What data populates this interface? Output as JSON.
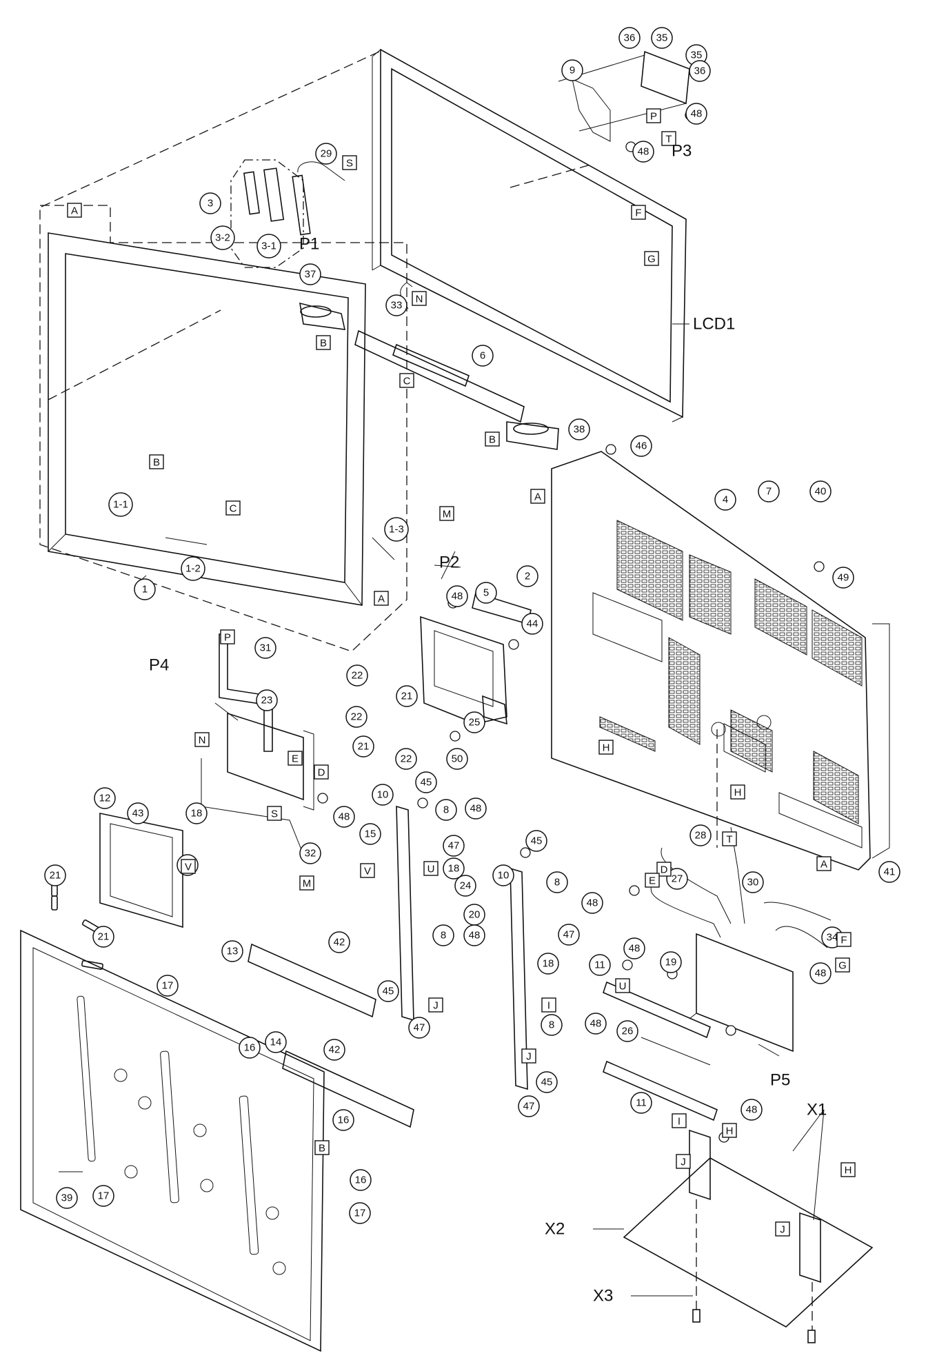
{
  "callouts": [
    "1",
    "1-1",
    "1-2",
    "1-3",
    "2",
    "3",
    "3-1",
    "3-2",
    "4",
    "5",
    "6",
    "7",
    "8",
    "9",
    "10",
    "11",
    "12",
    "13",
    "14",
    "15",
    "16",
    "17",
    "18",
    "19",
    "20",
    "21",
    "22",
    "23",
    "24",
    "25",
    "26",
    "27",
    "28",
    "29",
    "30",
    "31",
    "32",
    "33",
    "34",
    "35",
    "36",
    "37",
    "38",
    "39",
    "40",
    "41",
    "42",
    "43",
    "44",
    "45",
    "46",
    "47",
    "48",
    "49",
    "50"
  ],
  "connector_letters": [
    "A",
    "B",
    "C",
    "D",
    "E",
    "F",
    "G",
    "H",
    "I",
    "J",
    "M",
    "N",
    "P",
    "S",
    "T",
    "U",
    "V"
  ],
  "board_labels": [
    "P1",
    "P2",
    "P3",
    "P4",
    "P5"
  ],
  "module_label": "LCD1",
  "stand_labels": [
    "X1",
    "X2",
    "X3"
  ]
}
